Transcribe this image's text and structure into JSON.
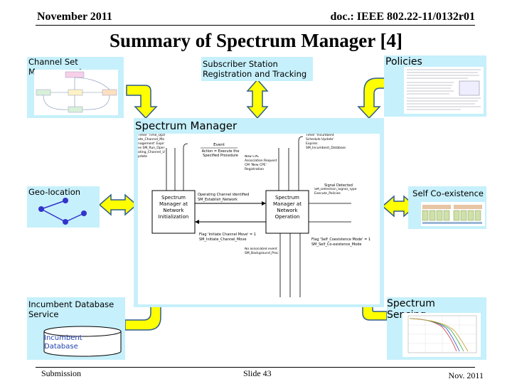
{
  "header": {
    "date": "November 2011",
    "doc_id": "doc.: IEEE 802.22-11/0132r01"
  },
  "title": "Summary of Spectrum Manager [4]",
  "boxes": {
    "channel_set": "Channel Set Management",
    "subscriber": "Subscriber Station Registration and Tracking",
    "policies": "Policies",
    "spectrum_manager": "Spectrum Manager",
    "geo_location": "Geo-location",
    "self_coexistence": "Self Co-existence",
    "incumbent_db_service": "Incumbent Database Service",
    "incumbent_db_cylinder": "Incumbent Database",
    "spectrum_sensing": "Spectrum Sensing"
  },
  "state_diagram": {
    "event_label": "Event",
    "action_label": "Action = Execute the Specified Procedure",
    "state_init": "Spectrum Manager at Network Initialization",
    "state_op": "Spectrum Manager at Network Operation",
    "op_channel_identified": "Operating Channel identified",
    "sm_establish": "SM_Establish_Network",
    "flag_initiate": "Flag 'Initiate Channel Move' = 1",
    "sm_initiate": "SM_Initiate_Channel_Move",
    "signal_detected": "Signal Detected",
    "sm_detection": "SM_Detection_Signal_Type Execute_Policies",
    "flag_self": "Flag 'Self_Coexistence Mode' = 1",
    "sm_self": "SM_Self_Co-existence_Mode",
    "timer_top_left": "Timer 'Time_Update_Channel_Management' Expires SM_Run_Operating_Channel_Update",
    "new_cpe": "New CPE Association Request CM 'New CPE' Registration",
    "timer_top_right": "Timer 'Incumbent Schedule Update' Expires SM_Incumbent_Database_Query",
    "no_assoc": "No associated event SM_Background_Processes"
  },
  "footer": {
    "left": "Submission",
    "center": "Slide 43",
    "right": "Nov. 2011"
  },
  "colors": {
    "box_fill": "#c6f0fb",
    "arrow_fill": "#ffff00",
    "arrow_stroke": "#2e5d8c",
    "network_node": "#3333cc"
  }
}
